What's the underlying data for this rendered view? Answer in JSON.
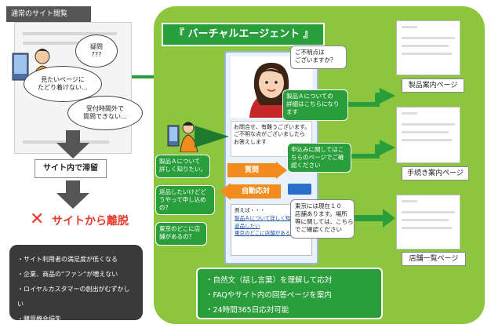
{
  "left": {
    "header": "通常のサイト閲覧",
    "clouds": [
      {
        "text": "疑問\n???"
      },
      {
        "text": "見たいページに\nたどり着けない…"
      },
      {
        "text": "受付時間外で\n質問できない…"
      }
    ],
    "stuck": "サイト内で滞留",
    "leave_mark": "✕",
    "leave_text": "サイトから離脱",
    "effects": [
      "・サイト利用者の満足度が低くなる",
      "・企業、商品の“ファン”が増えない",
      "・ロイヤルカスタマーの創出がむずかしい",
      "・購買機会損失"
    ]
  },
  "agent": {
    "title": "『 バーチャルエージェント 』",
    "face_bubble": "ご不明点は\nございますか？",
    "chat_text": "お問合せ、有難うございます。\nご不明な点がございましたら\nお答えします",
    "tag_question": "質問",
    "tag_answer": "自動応対",
    "search_example": "例えば・・・",
    "search_links": [
      "製品Ａについて詳しく知りたい",
      "返品したい",
      "東京のどこに店舗があるの？"
    ],
    "user_questions": [
      "製品Ａについて\n詳しく知りたい。",
      "返品したいけどど\nうやって申し込め\nの？",
      "東京のどこに店\n舗があるの？"
    ],
    "answers": [
      "製品Ａについての\n詳細はこちらになり\nます",
      "申込みに関してはこ\nちらのページでご確\n認ください",
      "東京には現在１０\n店舗あります。場所\n等に関しては、こちら\nでご確認ください"
    ],
    "pages": [
      {
        "label": "製品案内ページ"
      },
      {
        "label": "手続き案内ページ"
      },
      {
        "label": "店舗一覧ページ"
      }
    ],
    "features": [
      "・自然文（話し言葉）を理解して応対",
      "・FAQやサイト内の回答ページを案内",
      "・24時間365日応対可能"
    ]
  },
  "colors": {
    "panel_green": "#8cc63f",
    "dark_green": "#2a9d3c",
    "accent_orange": "#f28c1f",
    "alert_red": "#e53a2a",
    "dark_gray": "#3a3a3a"
  }
}
